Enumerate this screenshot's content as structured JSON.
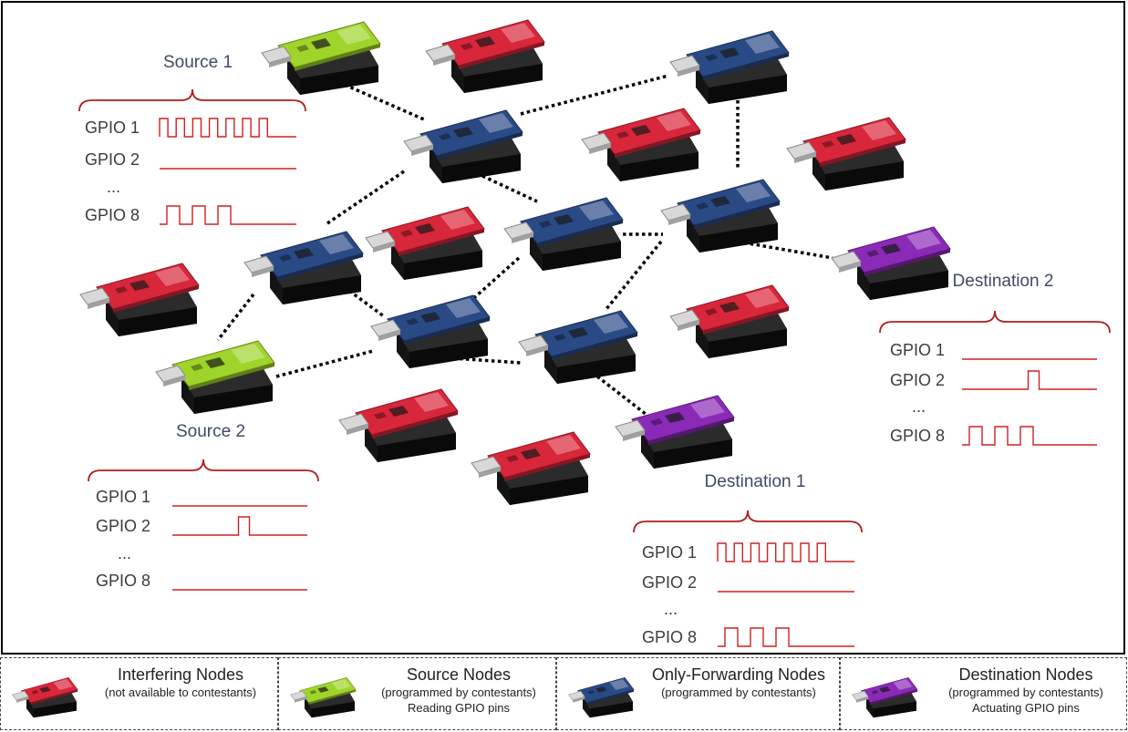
{
  "colors": {
    "interfering": "#d8263a",
    "source": "#9fd42a",
    "forwarding": "#2a4a86",
    "destination": "#8a2ab6",
    "signal": "#d02020",
    "brace": "#b01c1c",
    "label_text": "#3f4a66"
  },
  "groups": {
    "source1": {
      "title": "Source 1",
      "rows": [
        {
          "label": "GPIO 1",
          "signal": "clock"
        },
        {
          "label": "GPIO 2",
          "signal": "low"
        },
        {
          "label": "...",
          "signal": "none"
        },
        {
          "label": "GPIO 8",
          "signal": "square"
        }
      ]
    },
    "source2": {
      "title": "Source 2",
      "rows": [
        {
          "label": "GPIO 1",
          "signal": "low"
        },
        {
          "label": "GPIO 2",
          "signal": "pulse"
        },
        {
          "label": "...",
          "signal": "none"
        },
        {
          "label": "GPIO 8",
          "signal": "low"
        }
      ]
    },
    "destination1": {
      "title": "Destination 1",
      "rows": [
        {
          "label": "GPIO 1",
          "signal": "clock"
        },
        {
          "label": "GPIO 2",
          "signal": "low"
        },
        {
          "label": "...",
          "signal": "none"
        },
        {
          "label": "GPIO 8",
          "signal": "square"
        }
      ]
    },
    "destination2": {
      "title": "Destination 2",
      "rows": [
        {
          "label": "GPIO 1",
          "signal": "low"
        },
        {
          "label": "GPIO 2",
          "signal": "pulse"
        },
        {
          "label": "...",
          "signal": "none"
        },
        {
          "label": "GPIO 8",
          "signal": "square"
        }
      ]
    }
  },
  "legend": {
    "interfering": {
      "title": "Interfering  Nodes",
      "lines": [
        "(not available to contestants)"
      ]
    },
    "source": {
      "title": "Source Nodes",
      "lines": [
        "(programmed  by contestants)",
        "Reading GPIO pins"
      ]
    },
    "forwarding": {
      "title": "Only-Forwarding Nodes",
      "lines": [
        "(programmed  by contestants)"
      ]
    },
    "destination": {
      "title": "Destination Nodes",
      "lines": [
        "(programmed  by contestants)",
        "Actuating GPIO pins"
      ]
    }
  }
}
